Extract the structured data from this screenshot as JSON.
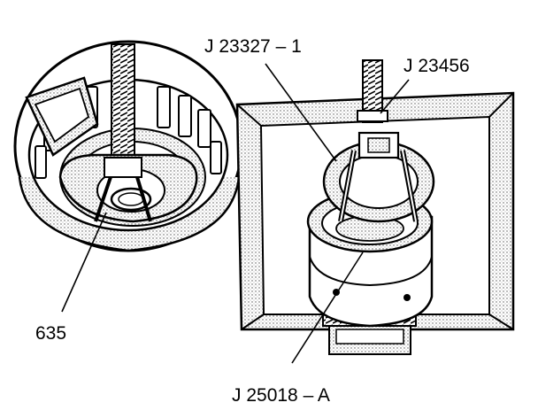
{
  "callouts": {
    "top_center": "J 23327 – 1",
    "top_right": "J 23456",
    "left": "635",
    "bottom": "J 25018 – A"
  },
  "colors": {
    "ink": "#000000",
    "paper": "#ffffff",
    "stipple": "#bdbdbd"
  }
}
